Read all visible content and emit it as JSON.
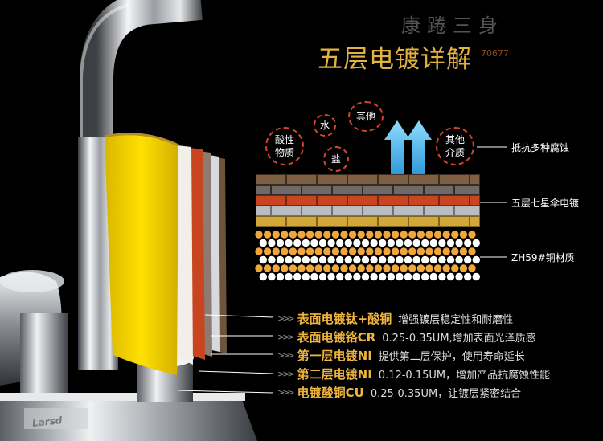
{
  "title": "五层电镀详解",
  "watermark": {
    "text": "康踡三身",
    "number": "70677"
  },
  "brand": "Larsd",
  "bubbles": {
    "acid": "酸性\n物质",
    "water": "水",
    "salt": "盐",
    "other": "其他",
    "other_medium": "其他\n介质"
  },
  "side_labels": {
    "corrosion": "抵抗多种腐蚀",
    "plating": "五层七星伞电镀",
    "material": "ZH59#铜材质"
  },
  "legend": [
    {
      "bold": "表面电镀钛+酸铜",
      "desc": "增强镀层稳定性和耐磨性"
    },
    {
      "bold": "表面电镀铬CR",
      "desc": "0.25-0.35UM,增加表面光泽质感"
    },
    {
      "bold": "第一层电镀NI",
      "desc": "提供第二层保护，使用寿命延长"
    },
    {
      "bold": "第二层电镀NI",
      "desc": "0.12-0.15UM，增加产品抗腐蚀性能"
    },
    {
      "bold": "电镀酸铜CU",
      "desc": "0.25-0.35UM，让镀层紧密结合"
    }
  ],
  "legend_arrow": ">>>",
  "colors": {
    "title": "#e0b341",
    "legend_bold": "#f0b53e",
    "bubble_border": "#d4452a",
    "arrow_blue": "#5cc0f2",
    "layer_yellow": "#f4d400",
    "layer_red": "#c8451f",
    "layer_brown": "#7d5f43",
    "copper_dot": "#f0a63a",
    "chrome": "#cfd2d6"
  }
}
